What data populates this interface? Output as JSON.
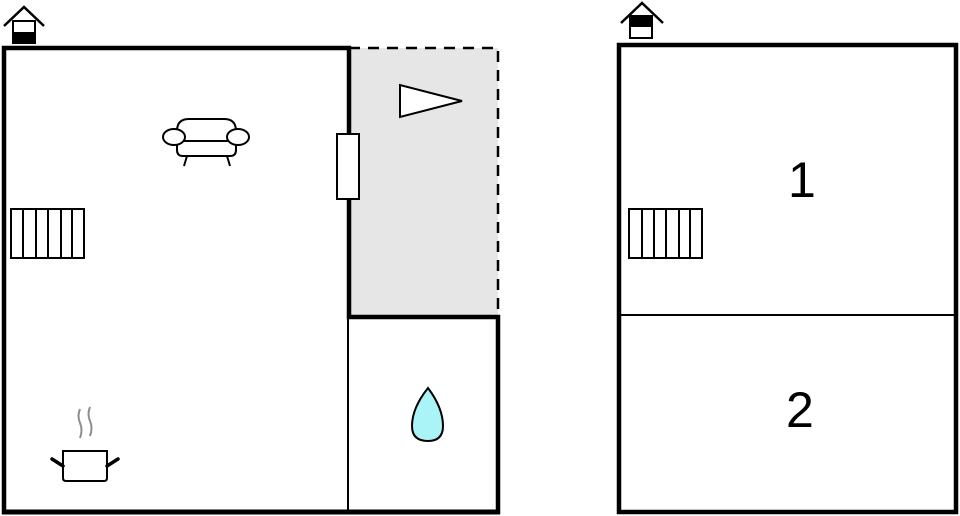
{
  "floors": [
    {
      "id": "ground-floor",
      "level_icon": "house-ground-floor-icon",
      "rooms": [
        {
          "name": "living-kitchen",
          "icons": [
            "sofa-icon",
            "radiator-icon",
            "cooking-pot-icon"
          ]
        },
        {
          "name": "terrace",
          "style": "dashed-gray",
          "icons": [
            "triangle-marker-icon"
          ]
        },
        {
          "name": "bathroom",
          "icons": [
            "water-drop-icon"
          ]
        }
      ],
      "doors": [
        "door-between-living-and-terrace"
      ]
    },
    {
      "id": "upper-floor",
      "level_icon": "house-upper-floor-icon",
      "rooms": [
        {
          "label": "1",
          "icons": [
            "radiator-icon"
          ]
        },
        {
          "label": "2",
          "icons": []
        }
      ]
    }
  ],
  "labels": {
    "room1": "1",
    "room2": "2"
  },
  "colors": {
    "wall": "#000000",
    "terrace_fill": "#e6e6e6",
    "water_drop": "#aaf3f7",
    "steam": "#8c8c8c",
    "background": "#ffffff"
  }
}
